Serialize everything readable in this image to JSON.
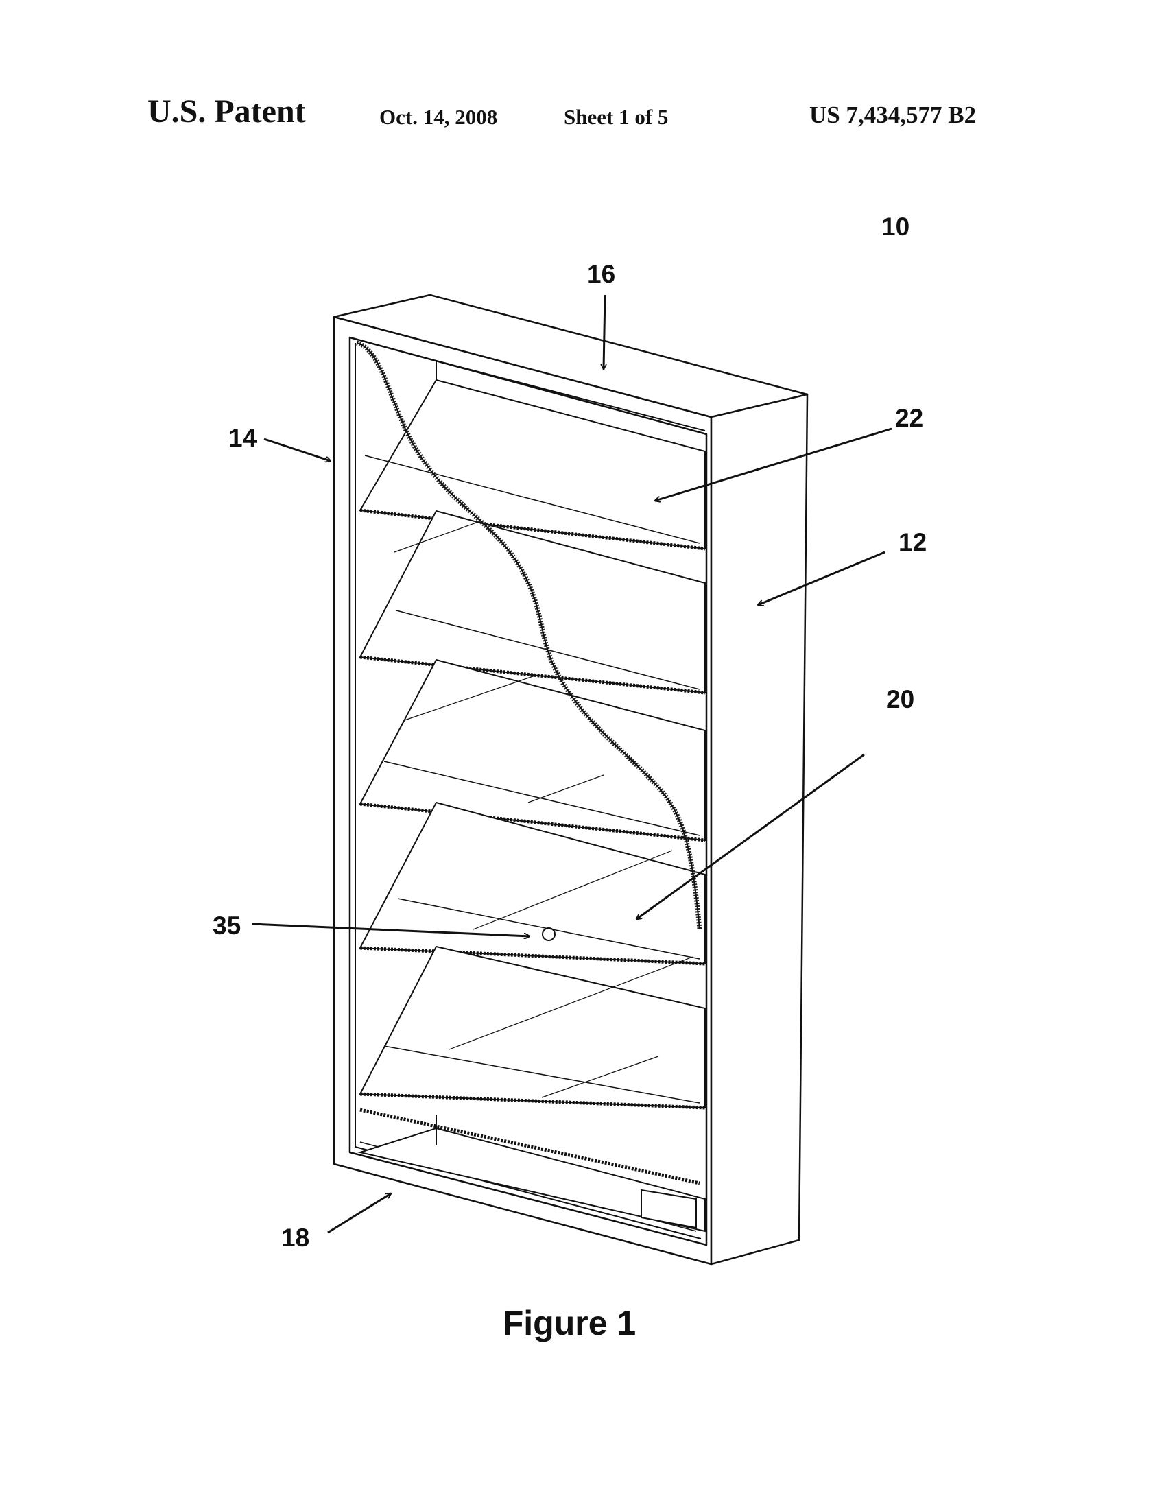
{
  "header": {
    "title": "U.S. Patent",
    "date": "Oct. 14, 2008",
    "sheet": "Sheet 1 of 5",
    "patent_number": "US 7,434,577 B2"
  },
  "figure": {
    "caption": "Figure 1",
    "reference_numerals": [
      "10",
      "16",
      "14",
      "22",
      "12",
      "20",
      "35",
      "18"
    ]
  }
}
